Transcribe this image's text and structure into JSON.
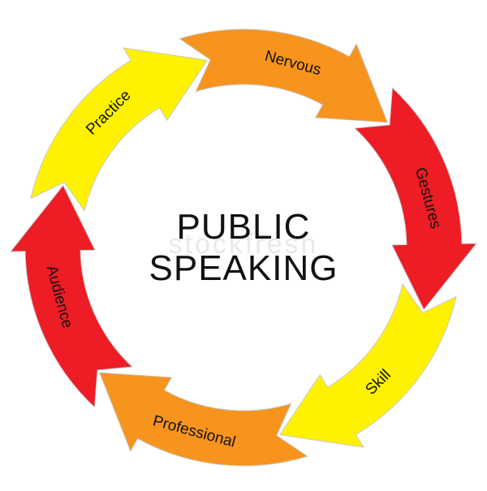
{
  "title": {
    "line1": "PUBLIC",
    "line2": "SPEAKING"
  },
  "watermark": "stockfresh",
  "colors": {
    "red": "#ee1c24",
    "orange": "#f7941d",
    "yellow": "#fff200",
    "outline": "#c8c8c8",
    "background": "#ffffff"
  },
  "segments": [
    {
      "label": "Nervous",
      "color": "orange"
    },
    {
      "label": "Gestures",
      "color": "red"
    },
    {
      "label": "Skill",
      "color": "yellow"
    },
    {
      "label": "Professional",
      "color": "orange"
    },
    {
      "label": "Audience",
      "color": "red"
    },
    {
      "label": "Practice",
      "color": "yellow"
    }
  ]
}
